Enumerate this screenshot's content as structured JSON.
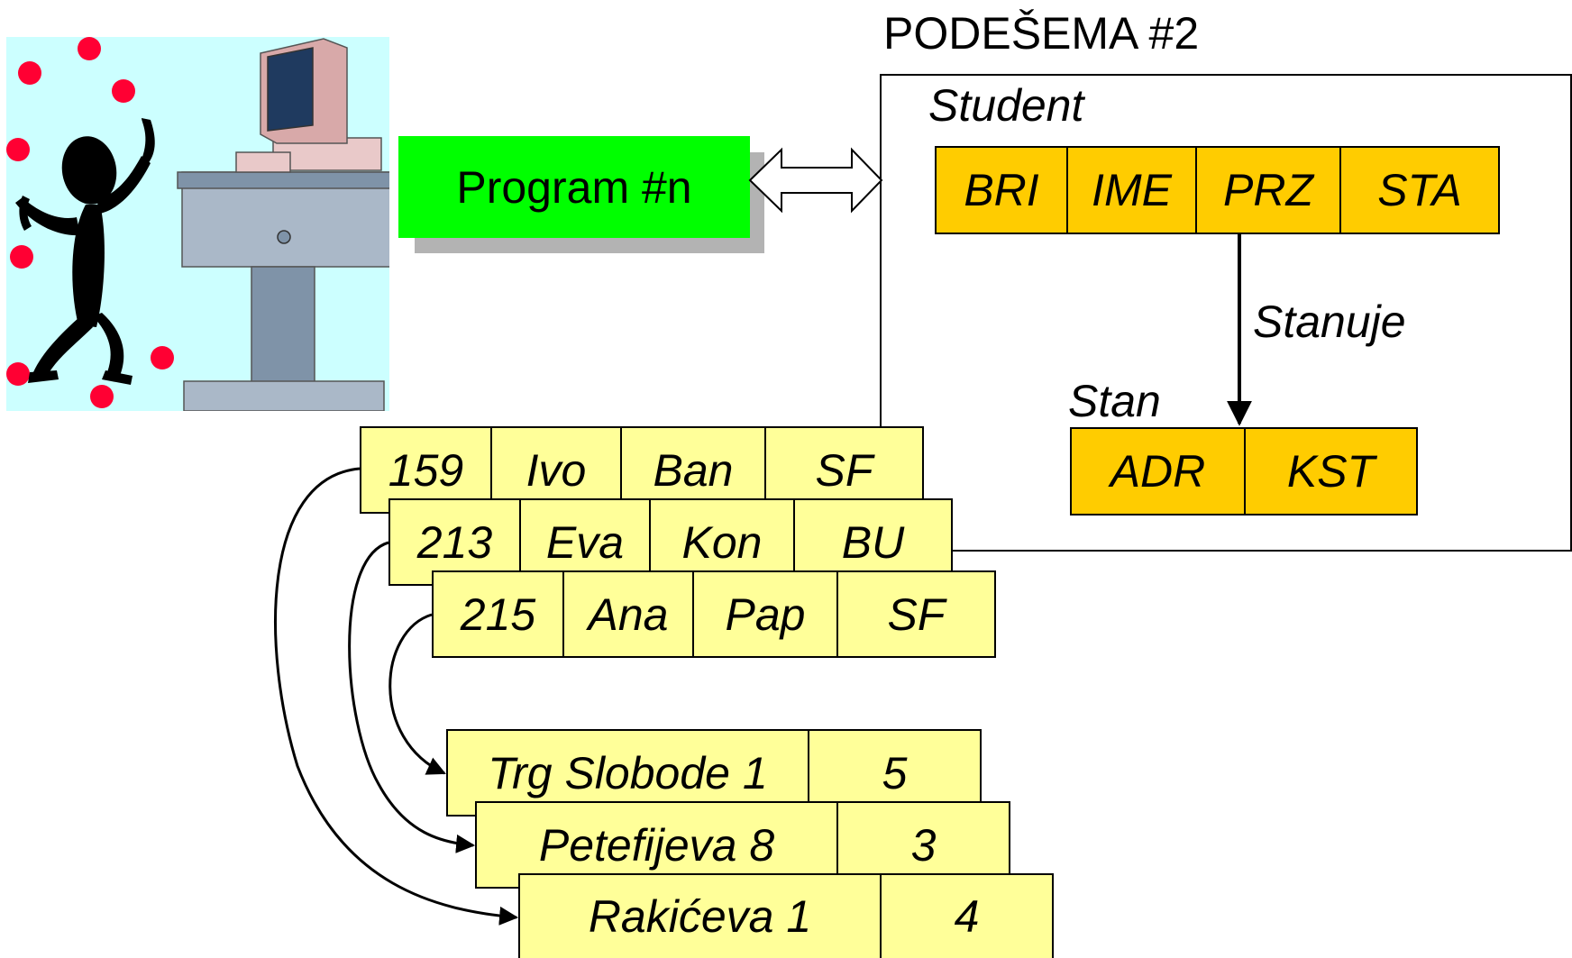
{
  "program": {
    "label": "Program #n"
  },
  "schema": {
    "title": "PODEŠEMA #2",
    "student": {
      "label": "Student",
      "fields": [
        "BRI",
        "IME",
        "PRZ",
        "STA"
      ]
    },
    "relationship": {
      "label": "Stanuje"
    },
    "stan": {
      "label": "Stan",
      "fields": [
        "ADR",
        "KST"
      ]
    }
  },
  "student_records": [
    [
      "159",
      "Ivo",
      "Ban",
      "SF"
    ],
    [
      "213",
      "Eva",
      "Kon",
      "BU"
    ],
    [
      "215",
      "Ana",
      "Pap",
      "SF"
    ]
  ],
  "stan_records": [
    [
      "Trg Slobode 1",
      "5"
    ],
    [
      "Petefijeva 8",
      "3"
    ],
    [
      "Rakićeva 1",
      "4"
    ]
  ],
  "colors": {
    "program_box": "#00ff00",
    "schema_record": "#ffcc00",
    "data_record": "#ffff99",
    "clipart_background": "#ccffff",
    "dots": "#ff0033"
  }
}
